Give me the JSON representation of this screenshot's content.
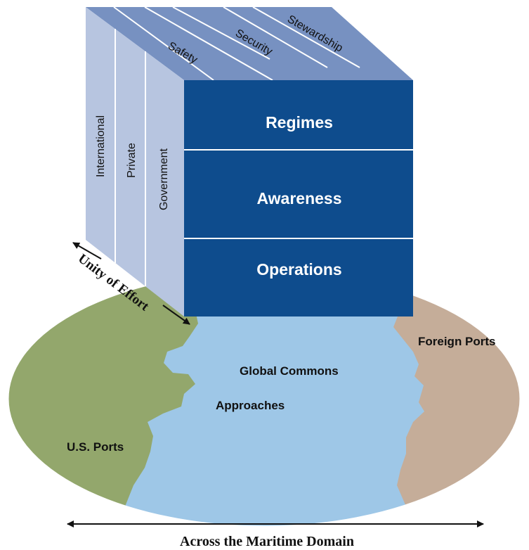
{
  "cube": {
    "top_face": [
      "Safety",
      "Security",
      "Stewardship"
    ],
    "side_face": [
      "International",
      "Private",
      "Government"
    ],
    "front_face": [
      "Regimes",
      "Awareness",
      "Operations"
    ]
  },
  "arrows": {
    "unity_label": "Unity of Effort",
    "bottom_label": "Across the Maritime Domain"
  },
  "regions": {
    "us_ports": "U.S. Ports",
    "approaches": "Approaches",
    "global_commons": "Global Commons",
    "foreign_ports": "Foreign Ports"
  },
  "colors": {
    "us_ports": "#93a76c",
    "water": "#9ec7e7",
    "foreign_ports": "#c5ad99",
    "front_face": "#0e4c8d",
    "top_face": "#7791c1",
    "side_face": "#b7c5e0"
  }
}
